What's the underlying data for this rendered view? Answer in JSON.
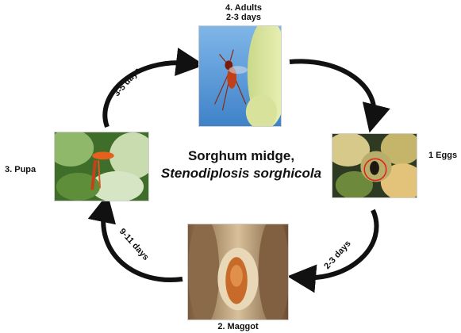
{
  "stages": {
    "adults": {
      "label_line1": "4. Adults",
      "label_line2": "2-3 days"
    },
    "eggs": {
      "label": "1 Eggs"
    },
    "maggot": {
      "label": "2. Maggot"
    },
    "pupa": {
      "label": "3. Pupa"
    }
  },
  "center": {
    "common_name": "Sorghum midge,",
    "scientific_name": "Stenodiplosis sorghicola"
  },
  "durations": {
    "pupa_to_adult": "3-5 days",
    "egg_to_maggot": "2-3 days",
    "maggot_to_pupa": "9-11 days"
  }
}
